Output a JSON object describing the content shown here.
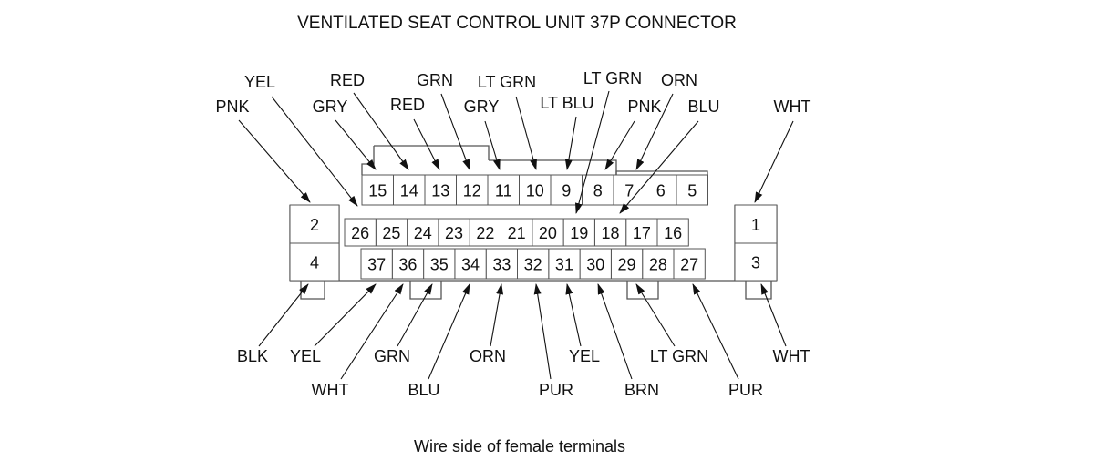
{
  "title": "VENTILATED SEAT CONTROL UNIT 37P CONNECTOR",
  "caption": "Wire side of female terminals",
  "pins": [
    {
      "num": "1",
      "wire": "WHT"
    },
    {
      "num": "2",
      "wire": "PNK"
    },
    {
      "num": "3",
      "wire": "WHT"
    },
    {
      "num": "4",
      "wire": "BLK"
    },
    {
      "num": "5",
      "wire": ""
    },
    {
      "num": "6",
      "wire": ""
    },
    {
      "num": "7",
      "wire": "ORN"
    },
    {
      "num": "8",
      "wire": "PNK"
    },
    {
      "num": "9",
      "wire": "LT BLU"
    },
    {
      "num": "10",
      "wire": "LT GRN"
    },
    {
      "num": "11",
      "wire": "GRY"
    },
    {
      "num": "12",
      "wire": "GRN"
    },
    {
      "num": "13",
      "wire": "RED"
    },
    {
      "num": "14",
      "wire": "RED"
    },
    {
      "num": "15",
      "wire": "GRY"
    },
    {
      "num": "16",
      "wire": ""
    },
    {
      "num": "17",
      "wire": ""
    },
    {
      "num": "18",
      "wire": "BLU"
    },
    {
      "num": "19",
      "wire": "LT GRN"
    },
    {
      "num": "20",
      "wire": ""
    },
    {
      "num": "21",
      "wire": ""
    },
    {
      "num": "22",
      "wire": ""
    },
    {
      "num": "23",
      "wire": ""
    },
    {
      "num": "24",
      "wire": ""
    },
    {
      "num": "25",
      "wire": ""
    },
    {
      "num": "26",
      "wire": "YEL"
    },
    {
      "num": "27",
      "wire": "PUR"
    },
    {
      "num": "28",
      "wire": ""
    },
    {
      "num": "29",
      "wire": "LT GRN"
    },
    {
      "num": "30",
      "wire": "BRN"
    },
    {
      "num": "31",
      "wire": "YEL"
    },
    {
      "num": "32",
      "wire": "PUR"
    },
    {
      "num": "33",
      "wire": "ORN"
    },
    {
      "num": "34",
      "wire": "BLU"
    },
    {
      "num": "35",
      "wire": "GRN"
    },
    {
      "num": "36",
      "wire": "WHT"
    },
    {
      "num": "37",
      "wire": "YEL"
    }
  ]
}
